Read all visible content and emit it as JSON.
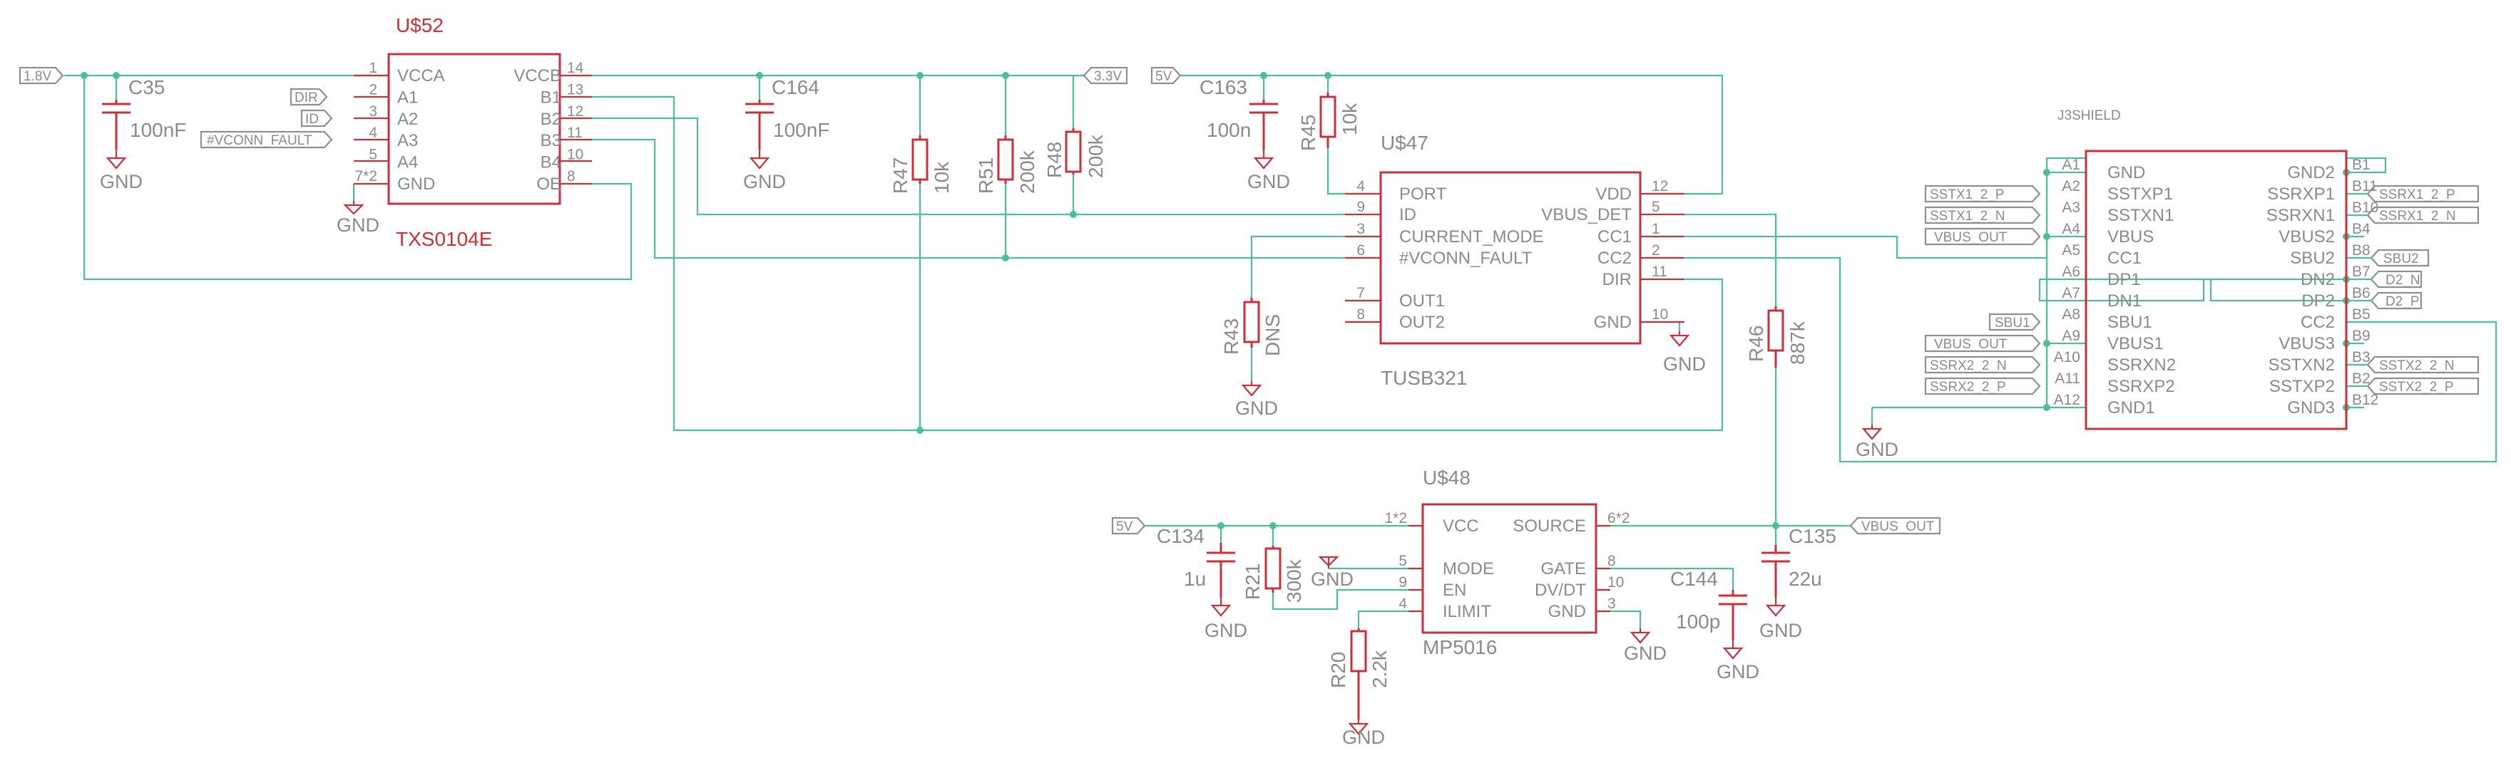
{
  "colors": {
    "wire": "#4cbf95",
    "part": "#c9303a",
    "text": "#8a8a8a",
    "tag_border": "#8f8f8f",
    "background": "#ffffff"
  },
  "net_tags": {
    "v1_8": "1.8V",
    "v3_3": "3.3V",
    "v5_top": "5V",
    "v5_bot": "5V",
    "dir": "DIR",
    "id": "ID",
    "vconn_fault": "#VCONN_FAULT",
    "vbus_out_main": "VBUS_OUT",
    "vbus_out_a4": "VBUS_OUT",
    "vbus_out_a9": "VBUS_OUT",
    "sstx1_p": "SSTX1_2_P",
    "sstx1_n": "SSTX1_2_N",
    "sbu1": "SBU1",
    "ssrx2_n": "SSRX2_2_N",
    "ssrx2_p": "SSRX2_2_P",
    "ssrx1_p": "SSRX1_2_P",
    "ssrx1_n": "SSRX1_2_N",
    "sbu2": "SBU2",
    "d2_n": "D2_N",
    "d2_p": "D2_P",
    "sstx2_n": "SSTX2_2_N",
    "sstx2_p": "SSTX2_2_P"
  },
  "gnd_label": "GND",
  "caps": {
    "c35": {
      "ref": "C35",
      "value": "100nF"
    },
    "c164": {
      "ref": "C164",
      "value": "100nF"
    },
    "c163": {
      "ref": "C163",
      "value": "100n"
    },
    "c134": {
      "ref": "C134",
      "value": "1u"
    },
    "c135": {
      "ref": "C135",
      "value": "22u"
    },
    "c144": {
      "ref": "C144",
      "value": "100p"
    }
  },
  "resistors": {
    "r47": {
      "ref": "R47",
      "value": "10k"
    },
    "r51": {
      "ref": "R51",
      "value": "200k"
    },
    "r48": {
      "ref": "R48",
      "value": "200k"
    },
    "r45": {
      "ref": "R45",
      "value": "10k"
    },
    "r43": {
      "ref": "R43",
      "value": "DNS"
    },
    "r46": {
      "ref": "R46",
      "value": "887k"
    },
    "r21": {
      "ref": "R21",
      "value": "300k"
    },
    "r20": {
      "ref": "R20",
      "value": "2.2k"
    }
  },
  "u52": {
    "ref": "U$52",
    "value": "TXS0104E",
    "left_pins": [
      {
        "name": "VCCA",
        "num": "1"
      },
      {
        "name": "A1",
        "num": "2"
      },
      {
        "name": "A2",
        "num": "3"
      },
      {
        "name": "A3",
        "num": "4"
      },
      {
        "name": "A4",
        "num": "5"
      },
      {
        "name": "GND",
        "num": "7*2"
      }
    ],
    "right_pins": [
      {
        "name": "VCCB",
        "num": "14"
      },
      {
        "name": "B1",
        "num": "13"
      },
      {
        "name": "B2",
        "num": "12"
      },
      {
        "name": "B3",
        "num": "11"
      },
      {
        "name": "B4",
        "num": "10"
      },
      {
        "name": "OE",
        "num": "8"
      }
    ]
  },
  "u47": {
    "ref": "U$47",
    "value": "TUSB321",
    "left_pins": [
      {
        "name": "PORT",
        "num": "4"
      },
      {
        "name": "ID",
        "num": "9"
      },
      {
        "name": "CURRENT_MODE",
        "num": "3"
      },
      {
        "name": "#VCONN_FAULT",
        "num": "6"
      },
      {
        "name": "OUT1",
        "num": "7"
      },
      {
        "name": "OUT2",
        "num": "8"
      }
    ],
    "right_pins": [
      {
        "name": "VDD",
        "num": "12"
      },
      {
        "name": "VBUS_DET",
        "num": "5"
      },
      {
        "name": "CC1",
        "num": "1"
      },
      {
        "name": "CC2",
        "num": "2"
      },
      {
        "name": "DIR",
        "num": "11"
      },
      {
        "name": "GND",
        "num": "10"
      }
    ]
  },
  "u48": {
    "ref": "U$48",
    "value": "MP5016",
    "left_pins": [
      {
        "name": "VCC",
        "num": "1*2"
      },
      {
        "name": "MODE",
        "num": "5"
      },
      {
        "name": "EN",
        "num": "9"
      },
      {
        "name": "ILIMIT",
        "num": "4"
      }
    ],
    "right_pins": [
      {
        "name": "SOURCE",
        "num": "6*2"
      },
      {
        "name": "GATE",
        "num": "8"
      },
      {
        "name": "DV/DT",
        "num": "10"
      },
      {
        "name": "GND",
        "num": "3"
      }
    ]
  },
  "j3": {
    "ref": "J3SHIELD",
    "left_pins": [
      {
        "name": "GND",
        "num": "A1"
      },
      {
        "name": "SSTXP1",
        "num": "A2"
      },
      {
        "name": "SSTXN1",
        "num": "A3"
      },
      {
        "name": "VBUS",
        "num": "A4"
      },
      {
        "name": "CC1",
        "num": "A5"
      },
      {
        "name": "DP1",
        "num": "A6"
      },
      {
        "name": "DN1",
        "num": "A7"
      },
      {
        "name": "SBU1",
        "num": "A8"
      },
      {
        "name": "VBUS1",
        "num": "A9"
      },
      {
        "name": "SSRXN2",
        "num": "A10"
      },
      {
        "name": "SSRXP2",
        "num": "A11"
      },
      {
        "name": "GND1",
        "num": "A12"
      }
    ],
    "right_pins": [
      {
        "name": "GND2",
        "num": "B1"
      },
      {
        "name": "SSRXP1",
        "num": "B11"
      },
      {
        "name": "SSRXN1",
        "num": "B10"
      },
      {
        "name": "VBUS2",
        "num": "B4"
      },
      {
        "name": "SBU2",
        "num": "B8"
      },
      {
        "name": "DN2",
        "num": "B7"
      },
      {
        "name": "DP2",
        "num": "B6"
      },
      {
        "name": "CC2",
        "num": "B5"
      },
      {
        "name": "VBUS3",
        "num": "B9"
      },
      {
        "name": "SSTXN2",
        "num": "B3"
      },
      {
        "name": "SSTXP2",
        "num": "B2"
      },
      {
        "name": "GND3",
        "num": "B12"
      }
    ]
  }
}
